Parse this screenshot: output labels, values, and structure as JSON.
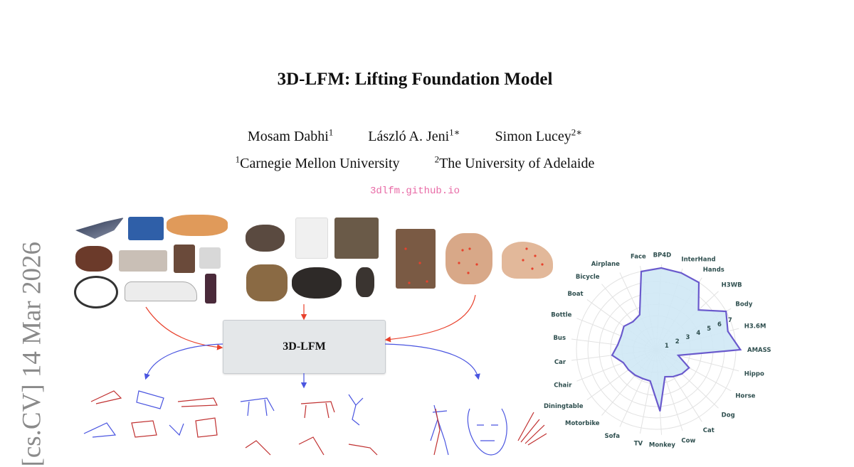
{
  "paper": {
    "title": "3D-LFM: Lifting Foundation Model",
    "authors": [
      {
        "name": "Mosam Dabhi",
        "sup": "1"
      },
      {
        "name": "László A. Jeni",
        "sup": "1∗"
      },
      {
        "name": "Simon Lucey",
        "sup": "2∗"
      }
    ],
    "affiliations": [
      {
        "sup": "1",
        "name": "Carnegie Mellon University"
      },
      {
        "sup": "2",
        "name": "The University of Adelaide"
      }
    ],
    "link": "3dlfm.github.io",
    "arxiv_stamp": "[cs.CV]  14 Mar 2026"
  },
  "figure": {
    "model_label": "3D-LFM",
    "colors": {
      "input_arrow": "#e8412c",
      "output_arrow": "#4a55e0",
      "link": "#e86aa6",
      "radar_fill": "#cfe8f5",
      "radar_line": "#6a5acd"
    }
  },
  "chart_data": {
    "type": "radar",
    "categories": [
      "AMASS",
      "H3.6M",
      "Body",
      "H3WB",
      "Hands",
      "InterHand",
      "BP4D",
      "Face",
      "Airplane",
      "Bicycle",
      "Boat",
      "Bottle",
      "Bus",
      "Car",
      "Chair",
      "Diningtable",
      "Motorbike",
      "Sofa",
      "TV",
      "Monkey",
      "Cow",
      "Cat",
      "Dog",
      "Horse",
      "Hippo"
    ],
    "values": [
      7.4,
      6.5,
      7.0,
      5.1,
      7.0,
      7.1,
      7.2,
      7.0,
      3.4,
      3.2,
      3.5,
      3.3,
      3.4,
      3.9,
      3.1,
      3.0,
      2.9,
      2.8,
      2.8,
      5.4,
      2.5,
      2.8,
      3.1,
      3.3,
      2.0
    ],
    "ticks": [
      "1",
      "2",
      "3",
      "4",
      "5",
      "6",
      "7"
    ],
    "rmax": 7.5,
    "grid": true
  }
}
